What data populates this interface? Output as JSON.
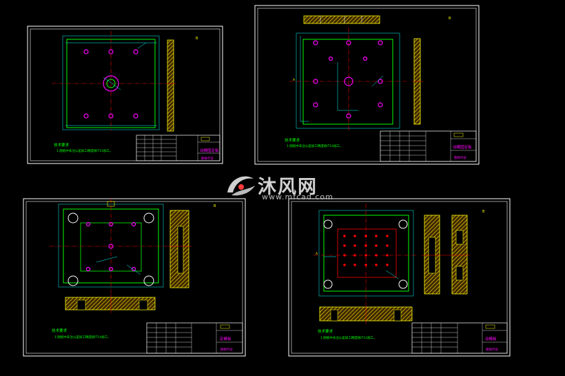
{
  "watermark": {
    "brand_cn": "沐风网",
    "url": "www.mfcad.com"
  },
  "sheets": [
    {
      "id": "sheet-top-left",
      "cn_title": "动模固定板",
      "tech_note": "1.图纸中未注公差加工精度按IT14加工。",
      "tech_head": "技术要求",
      "drawing_no": "图样代号",
      "rev_mark": "B"
    },
    {
      "id": "sheet-top-right",
      "cn_title": "动模固定板",
      "tech_note": "1.图纸中未注公差加工精度按IT14加工。",
      "tech_head": "技术要求",
      "drawing_no": "图样代号",
      "rev_mark": "B"
    },
    {
      "id": "sheet-bottom-left",
      "cn_title": "定模板",
      "tech_note": "1.图纸中未注公差加工精度按IT14加工。",
      "tech_head": "技术要求",
      "drawing_no": "图样代号",
      "rev_mark": "B"
    },
    {
      "id": "sheet-bottom-right",
      "cn_title": "动模板",
      "tech_note": "1.图纸中未注公差加工精度按IT14加工。",
      "tech_head": "技术要求",
      "drawing_no": "图样代号",
      "rev_mark": "B"
    }
  ],
  "colors": {
    "background": "#000000",
    "frame": "#ffffff",
    "outline": "#00ff00",
    "dimension": "#00ffff",
    "centerline": "#ff0000",
    "hatch": "#ffff00",
    "section_fill": "#c8a000",
    "text_magenta": "#ff00ff"
  }
}
